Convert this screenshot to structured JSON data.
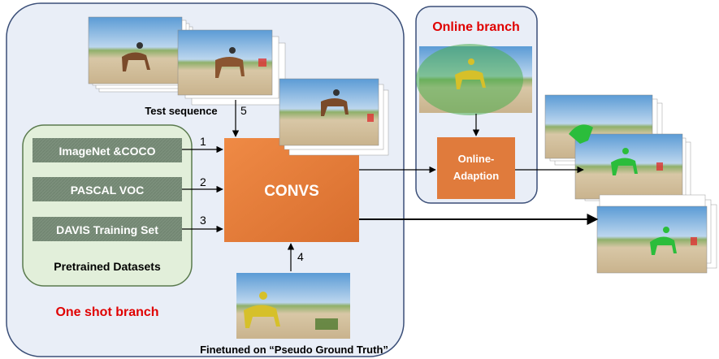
{
  "one_shot": {
    "title": "One shot branch",
    "test_sequence_label": "Test sequence",
    "finetune_label": "Finetuned on “Pseudo Ground Truth”"
  },
  "online": {
    "title": "Online branch",
    "module_label_line1": "Online-",
    "module_label_line2": "Adaption"
  },
  "pretrained": {
    "caption": "Pretrained Datasets",
    "datasets": [
      "ImageNet &COCO",
      "PASCAL VOC",
      "DAVIS Training Set"
    ]
  },
  "convs_label": "CONVS",
  "edge_numbers": [
    "1",
    "2",
    "3",
    "4",
    "5"
  ],
  "colors": {
    "branch_fill": "#e9eef7",
    "branch_stroke": "#3b4f78",
    "pretrained_fill": "#e2efda",
    "pretrained_stroke": "#5a7a4e",
    "dataset_box": "#768a76",
    "convs_fill": "#e07b3c",
    "title_red": "#e00000"
  }
}
